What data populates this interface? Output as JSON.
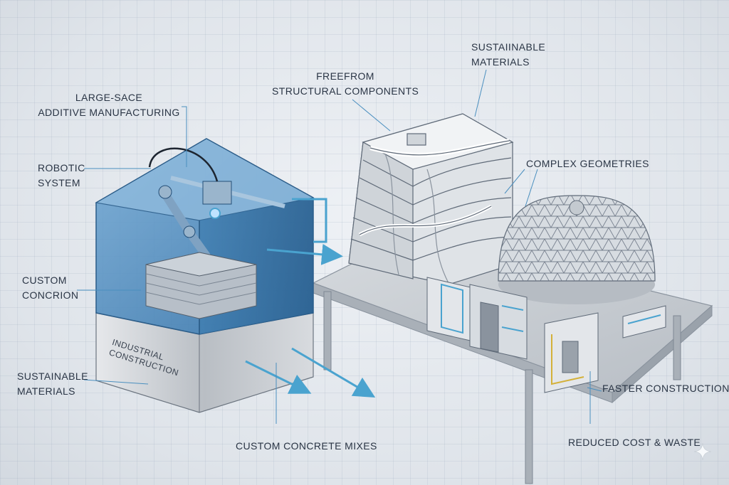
{
  "labels": {
    "large_scale_additive": "LARGE-SACE\nADDITIVE MANUFACTURING",
    "robotic_system": "ROBOTIC\nSYSTEM",
    "custom_concrete": "CUSTOM\nCONCRION",
    "sustainable_left": "SUSTAINABLE\nMATERIALS",
    "freeform_components": "FREEFROM\nSTRUCTURAL COMPONENTS",
    "sustainable_top": "SUSTAIINABLE\nMATERIALS",
    "complex_geometries": "COMPLEX GEOMETRIES",
    "faster_construction": "FASTER CONSTRUCTION",
    "custom_concrete_mixes": "CUSTOM CONCRETE MIXES",
    "reduced_cost": "REDUCED COST & WASTE"
  },
  "printer": {
    "base_text": "INDUSTRIAL\nCONSTRUCTION"
  },
  "colors": {
    "accent": "#4aa3cf",
    "glass": "#3f7fb3",
    "line": "#4a5566",
    "table": "#c5cbd2"
  },
  "icons": {
    "corner_mark": "sparkle-icon"
  }
}
